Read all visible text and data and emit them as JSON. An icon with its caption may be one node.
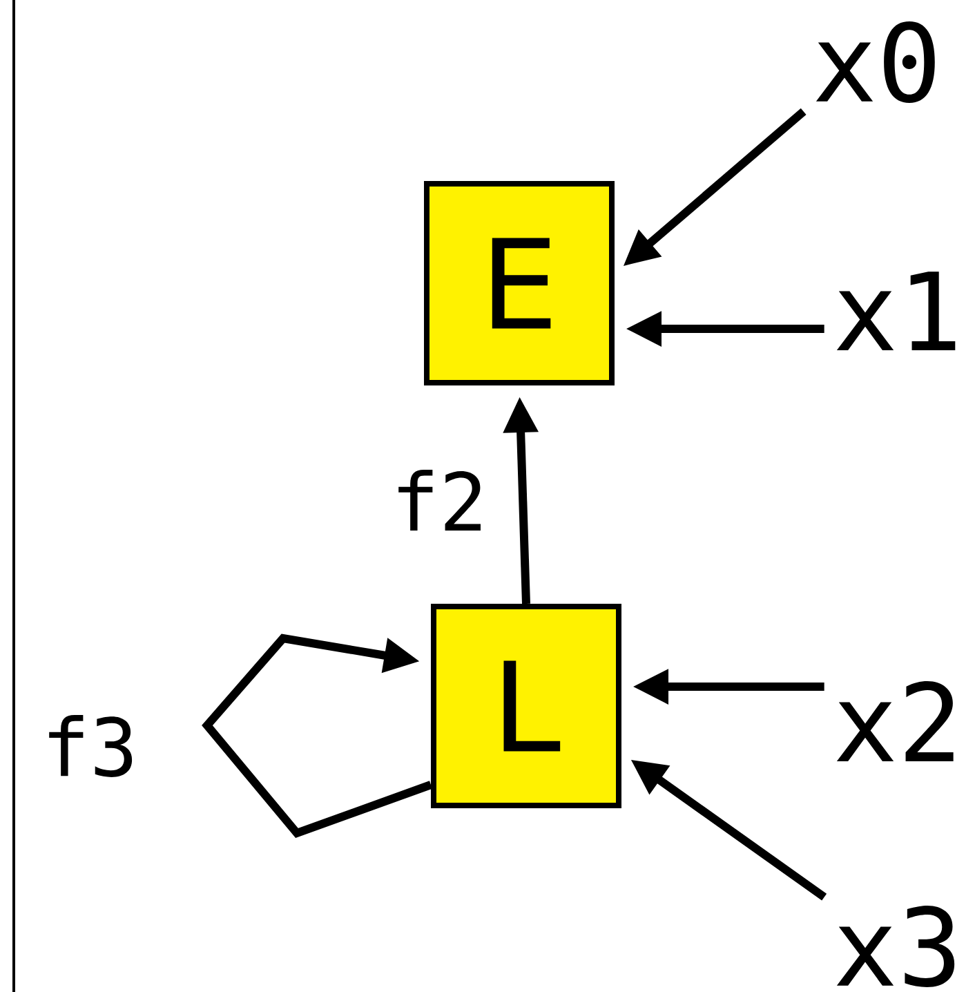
{
  "diagram": {
    "nodes": [
      {
        "text": [
          "x0"
        ]
      },
      {
        "text": [
          "E"
        ]
      },
      {
        "text": [
          "x1"
        ]
      },
      {
        "text": [
          "L"
        ]
      },
      {
        "text": [
          "x2"
        ]
      },
      {
        "text": [
          "x3"
        ]
      }
    ],
    "edges": [
      {
        "from": 0,
        "to": 1,
        "arrow": "to"
      },
      {
        "from": 2,
        "to": 1,
        "arrow": "to"
      },
      {
        "from": 3,
        "to": 1,
        "arrow": "to",
        "label": "f2"
      },
      {
        "from": 4,
        "to": 3,
        "arrow": "to"
      },
      {
        "from": 5,
        "to": 3,
        "arrow": "to"
      },
      {
        "from": 3,
        "to": 3,
        "arrow": "to",
        "label": "f3"
      }
    ]
  }
}
